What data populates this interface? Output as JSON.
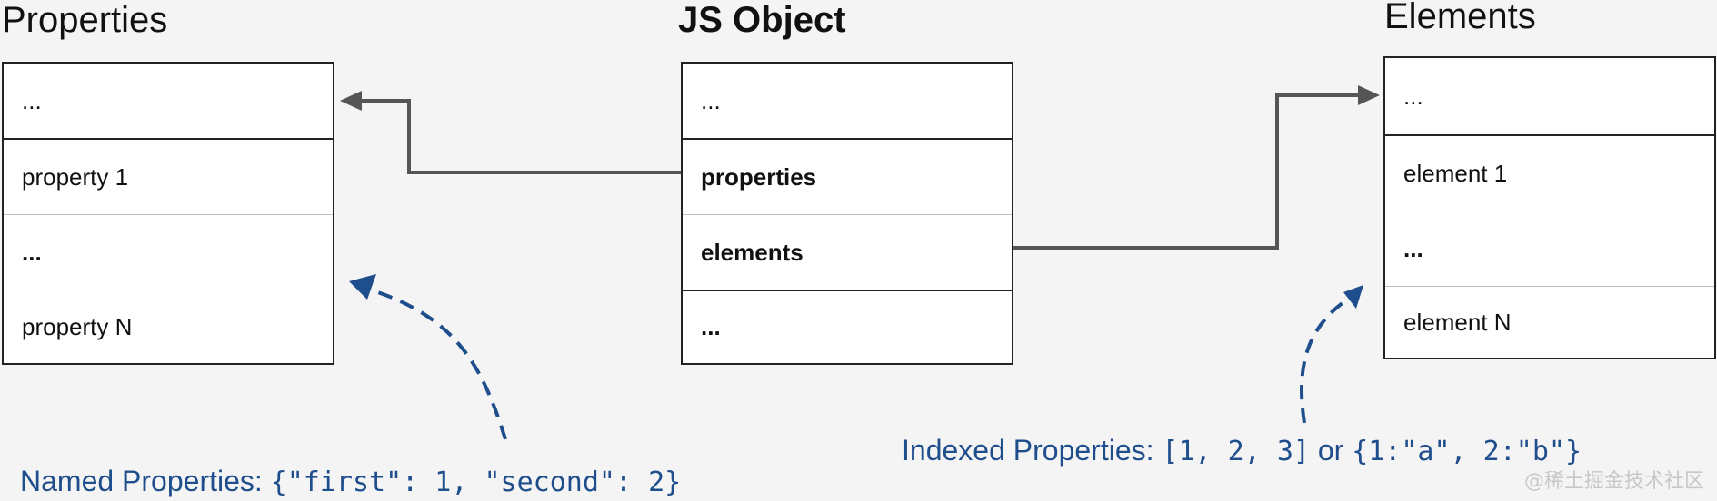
{
  "titles": {
    "properties": "Properties",
    "js_object": "JS Object",
    "elements": "Elements"
  },
  "properties_table": {
    "rows": [
      "...",
      "property 1",
      "...",
      "property N"
    ]
  },
  "js_object_table": {
    "rows": [
      "...",
      "properties",
      "elements",
      "..."
    ]
  },
  "elements_table": {
    "rows": [
      "...",
      "element 1",
      "...",
      "element N"
    ]
  },
  "captions": {
    "named_label": "Named Properties: ",
    "named_code": "{\"first\": 1, \"second\": 2}",
    "indexed_label": "Indexed Properties: ",
    "indexed_code_1": "[1, 2, 3]",
    "indexed_or": " or ",
    "indexed_code_2": "{1:\"a\", 2:\"b\"}"
  },
  "watermark": "@稀土掘金技术社区",
  "colors": {
    "arrow_solid": "#555555",
    "arrow_dashed": "#1f4e8c",
    "caption_text": "#1f4e8c"
  }
}
